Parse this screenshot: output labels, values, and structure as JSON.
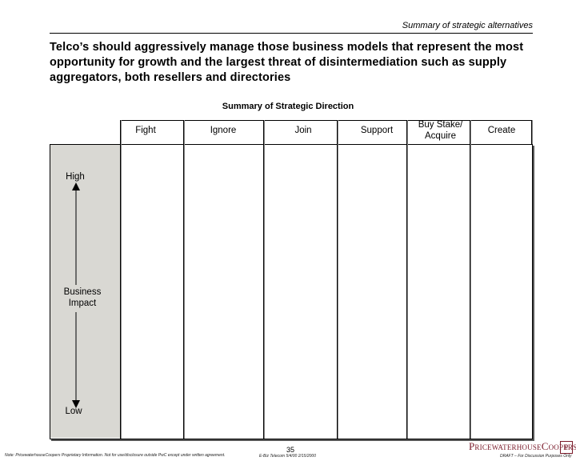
{
  "header": {
    "section_label": "Summary of strategic alternatives"
  },
  "headline": "Telco’s should aggressively manage those business models that represent the most opportunity for growth and the largest threat of disintermediation such as supply aggregators, both resellers and directories",
  "table": {
    "title": "Summary of Strategic Direction",
    "columns": [
      "Fight",
      "Ignore",
      "Join",
      "Support",
      "Buy Stake/ Acquire",
      "Create"
    ],
    "axis": {
      "high": "High",
      "label": "Business Impact",
      "low": "Low"
    }
  },
  "footer": {
    "note": "Note: PricewaterhouseCoopers Proprietary Information. Not for use/disclosure outside PwC except under written agreement.",
    "page": "35",
    "doc_id": "E-Biz Telecom 5/4/00 2/15/2000",
    "brand": "PricewaterhouseCoopers",
    "brand_mark": "P",
    "disclaimer": "DRAFT – For Discussion Purposes Only"
  }
}
